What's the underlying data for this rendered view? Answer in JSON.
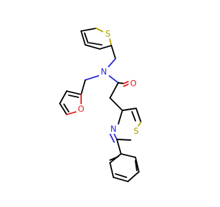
{
  "colors": {
    "carbon_bond": "#000000",
    "sulfur": "#b5a000",
    "oxygen": "#e02020",
    "nitrogen": "#2a2ad8"
  },
  "atoms": {
    "s_thiophene": "S",
    "n_amide": "N",
    "o_furan": "O",
    "o_carbonyl": "O",
    "n_thiazole": "N",
    "s_thiazole": "S"
  }
}
